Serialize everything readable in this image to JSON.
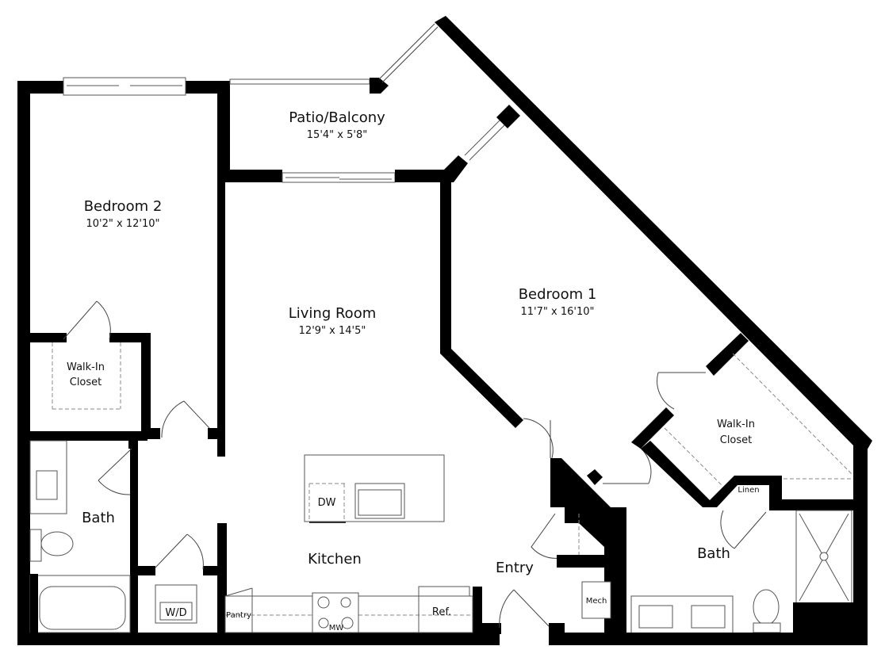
{
  "plan": {
    "rooms": {
      "patio": {
        "name": "Patio/Balcony",
        "dims": "15'4\" x 5'8\""
      },
      "bedroom2": {
        "name": "Bedroom 2",
        "dims": "10'2\" x 12'10\""
      },
      "living": {
        "name": "Living Room",
        "dims": "12'9\" x 14'5\""
      },
      "bedroom1": {
        "name": "Bedroom 1",
        "dims": "11'7\" x 16'10\""
      },
      "closet2": {
        "name_line1": "Walk-In",
        "name_line2": "Closet"
      },
      "closet1": {
        "name_line1": "Walk-In",
        "name_line2": "Closet"
      },
      "bath2": {
        "name": "Bath"
      },
      "bath1": {
        "name": "Bath"
      },
      "kitchen": {
        "name": "Kitchen"
      },
      "entry": {
        "name": "Entry"
      }
    },
    "fixtures": {
      "dishwasher": "DW",
      "washer_dryer": "W/D",
      "pantry": "Pantry",
      "microwave": "MW",
      "refrigerator": "Ref.",
      "mechanical": "Mech",
      "linen": "Linen"
    }
  }
}
